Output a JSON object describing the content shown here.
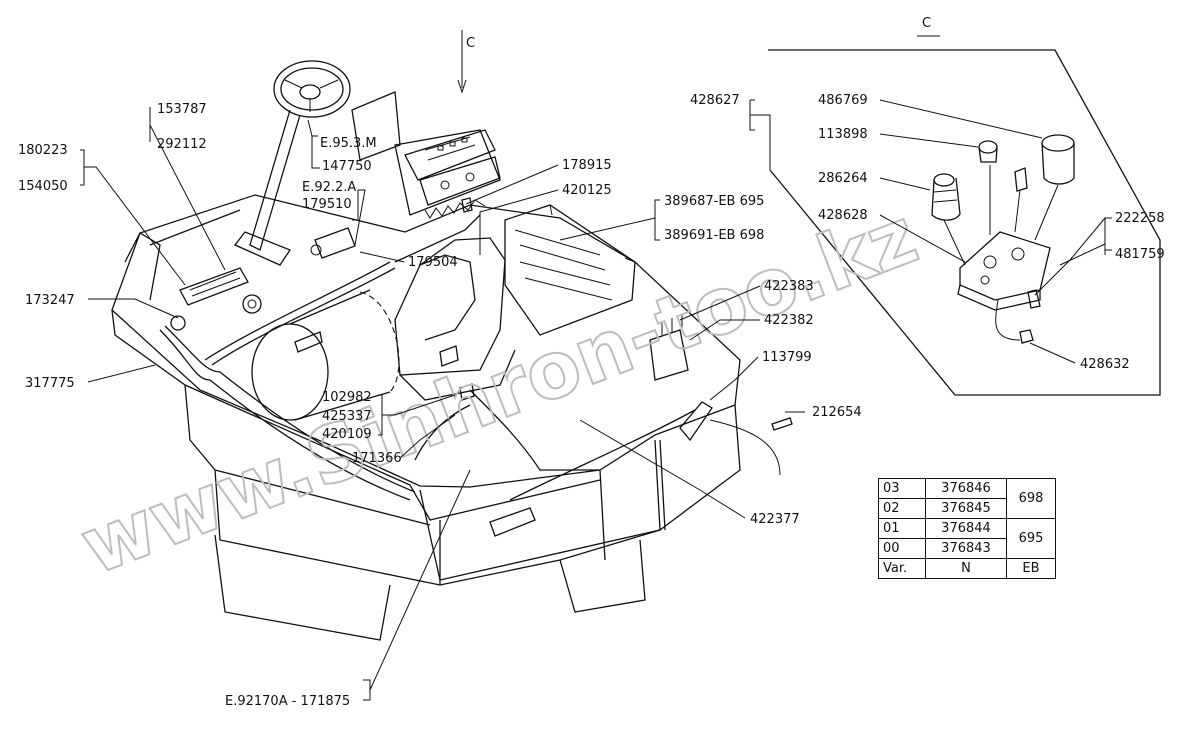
{
  "diagram": {
    "labels": {
      "p180223": "180223",
      "p154050": "154050",
      "p153787": "153787",
      "p292112": "292112",
      "p173247": "173247",
      "p317775": "317775",
      "pE953M": "E.95.3.M",
      "p147750": "147750",
      "pE922A": "E.92.2.A",
      "p179510": "179510",
      "p179504": "179504",
      "p178915": "178915",
      "p420125": "420125",
      "p389687": "389687-EB 695",
      "p389691": "389691-EB 698",
      "p422383": "422383",
      "p422382": "422382",
      "p113799": "113799",
      "p212654": "212654",
      "p102982": "102982",
      "p425337": "425337",
      "p420109": "420109",
      "p171366": "171366",
      "p422377": "422377",
      "pE92170A": "E.92170A - 171875",
      "view_c_main": "C",
      "view_c_detail": "C",
      "p428627": "428627",
      "p486769": "486769",
      "p113898": "113898",
      "p286264": "286264",
      "p428628": "428628",
      "p222258": "222258",
      "p481759": "481759",
      "p428632": "428632"
    },
    "watermark": "www.Sinhron-too.kz"
  },
  "variant_table": {
    "rows": [
      {
        "var": "03",
        "n": "376846"
      },
      {
        "var": "02",
        "n": "376845"
      },
      {
        "var": "01",
        "n": "376844"
      },
      {
        "var": "00",
        "n": "376843"
      }
    ],
    "eb_groups": [
      "698",
      "695"
    ],
    "footer": {
      "var": "Var.",
      "n": "N",
      "eb": "EB"
    }
  }
}
